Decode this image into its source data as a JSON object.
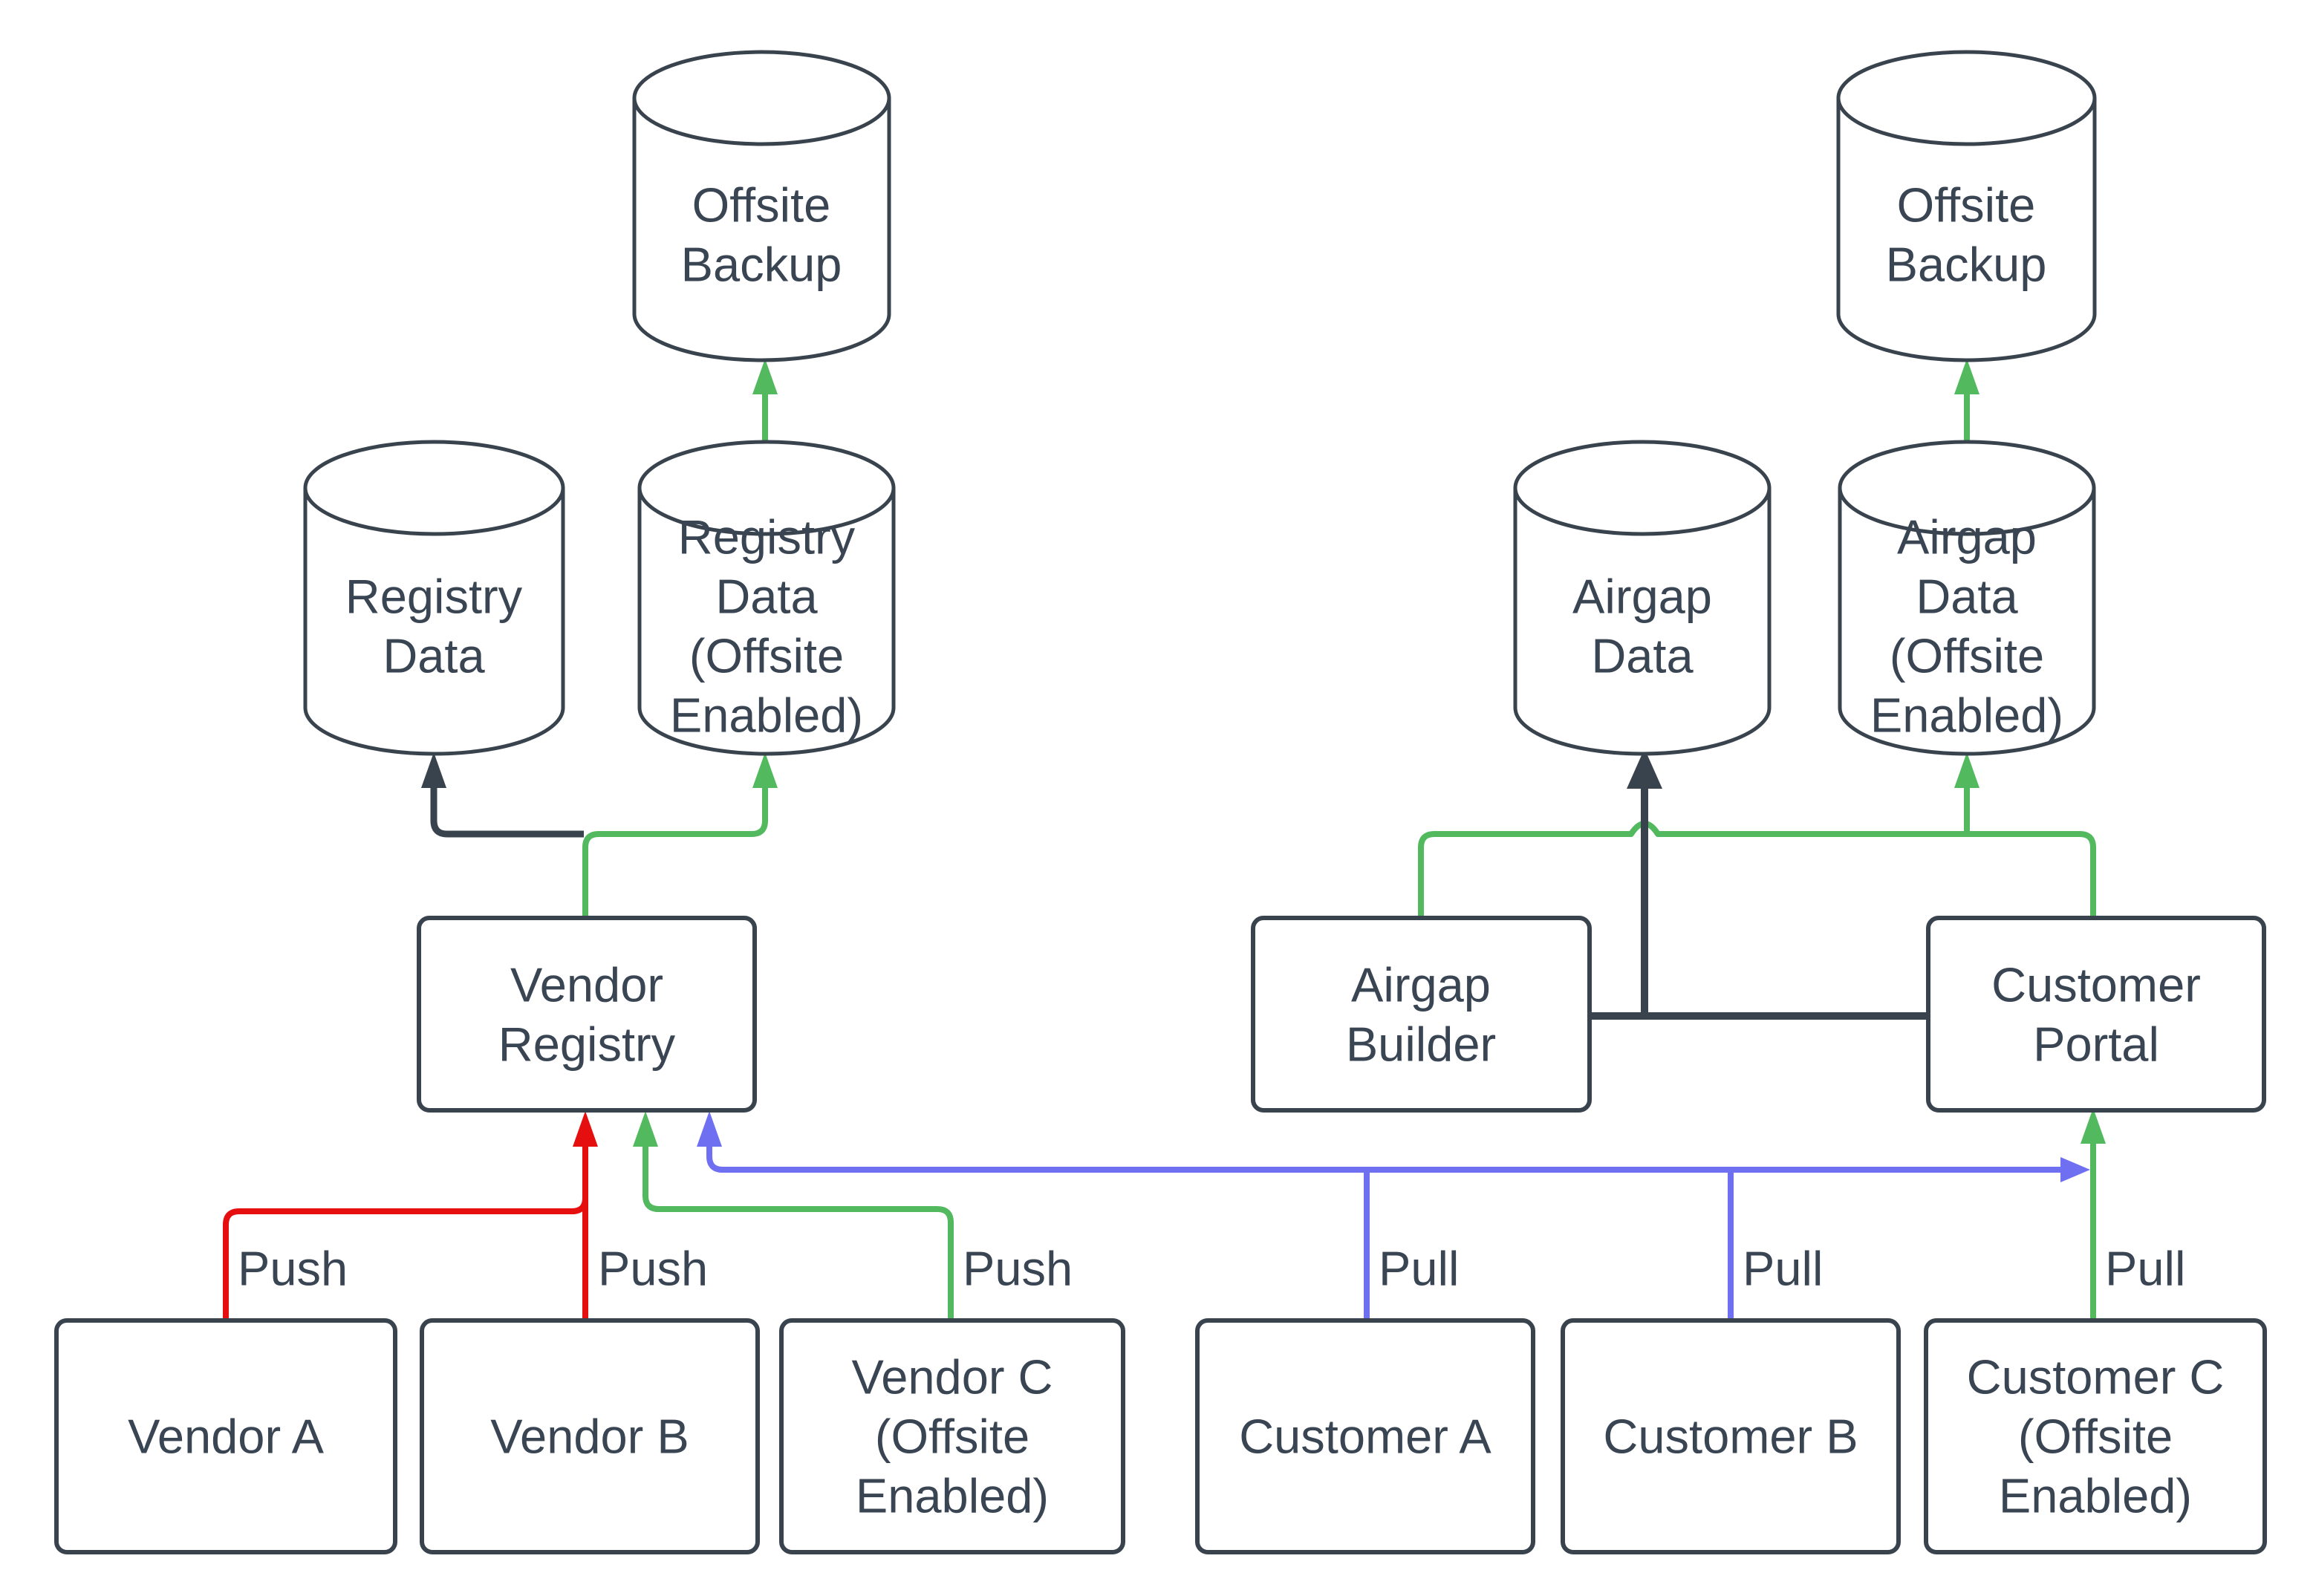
{
  "diagram": {
    "colors": {
      "background": "#FFFFFF",
      "node_border": "#39434E",
      "text": "#3A4553",
      "push": "#E60F0F",
      "offsite": "#53B95E",
      "pull": "#6F6FF2",
      "dark_flow": "#39434E"
    },
    "nodes": {
      "offsite_backup_left": {
        "shape": "cylinder",
        "lines": [
          "Offsite",
          "Backup"
        ]
      },
      "registry_data": {
        "shape": "cylinder",
        "lines": [
          "Registry",
          "Data"
        ]
      },
      "registry_data_offsite": {
        "shape": "cylinder",
        "lines": [
          "Registry",
          "Data",
          "(Offsite",
          "Enabled)"
        ]
      },
      "offsite_backup_right": {
        "shape": "cylinder",
        "lines": [
          "Offsite",
          "Backup"
        ]
      },
      "airgap_data": {
        "shape": "cylinder",
        "lines": [
          "Airgap",
          "Data"
        ]
      },
      "airgap_data_offsite": {
        "shape": "cylinder",
        "lines": [
          "Airgap",
          "Data",
          "(Offsite",
          "Enabled)"
        ]
      },
      "vendor_registry": {
        "shape": "box",
        "lines": [
          "Vendor",
          "Registry"
        ]
      },
      "airgap_builder": {
        "shape": "box",
        "lines": [
          "Airgap",
          "Builder"
        ]
      },
      "customer_portal": {
        "shape": "box",
        "lines": [
          "Customer",
          "Portal"
        ]
      },
      "vendor_a": {
        "shape": "box",
        "lines": [
          "Vendor A"
        ]
      },
      "vendor_b": {
        "shape": "box",
        "lines": [
          "Vendor B"
        ]
      },
      "vendor_c": {
        "shape": "box",
        "lines": [
          "Vendor C",
          "(Offsite",
          "Enabled)"
        ]
      },
      "customer_a": {
        "shape": "box",
        "lines": [
          "Customer A"
        ]
      },
      "customer_b": {
        "shape": "box",
        "lines": [
          "Customer B"
        ]
      },
      "customer_c": {
        "shape": "box",
        "lines": [
          "Customer C",
          "(Offsite",
          "Enabled)"
        ]
      }
    },
    "edge_labels": {
      "push_vendor_a": "Push",
      "push_vendor_b": "Push",
      "push_vendor_c": "Push",
      "pull_customer_a": "Pull",
      "pull_customer_b": "Pull",
      "pull_customer_c": "Pull"
    }
  }
}
